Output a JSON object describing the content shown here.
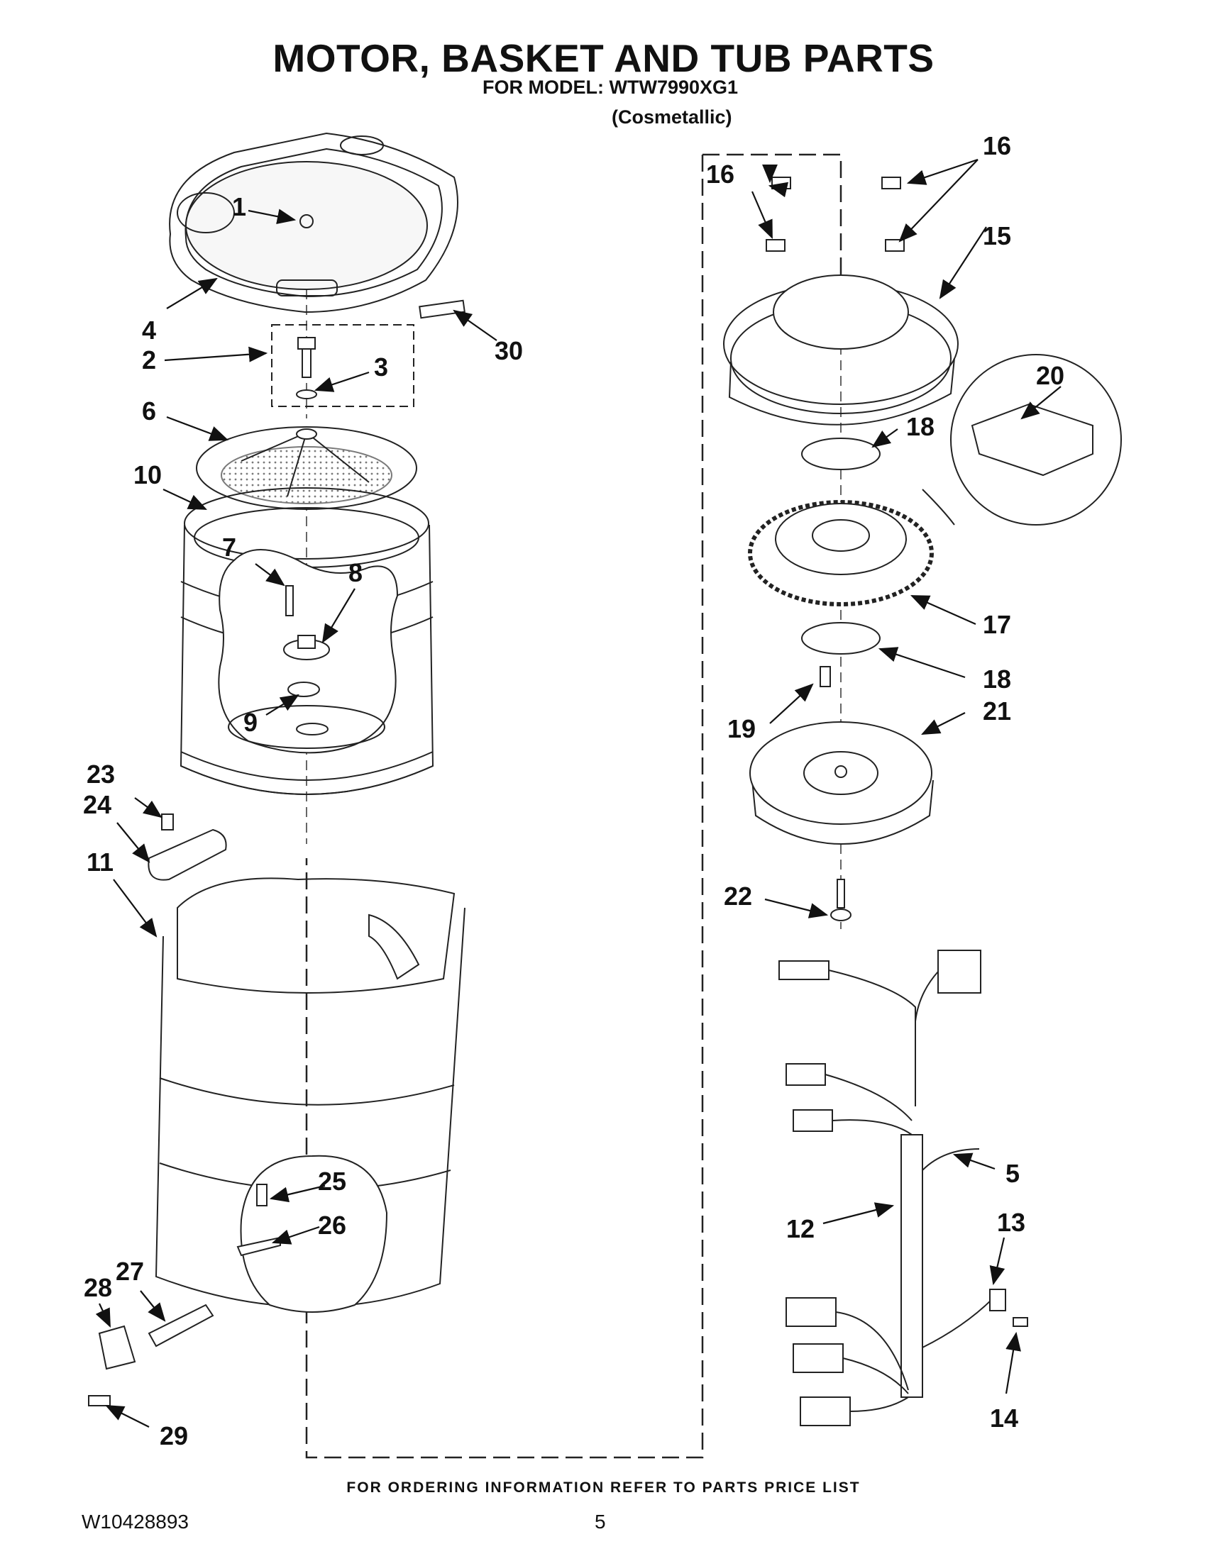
{
  "header": {
    "title": "MOTOR, BASKET AND TUB PARTS",
    "model_line": "FOR MODEL: WTW7990XG1",
    "color_line": "(Cosmetallic)"
  },
  "callouts": [
    "1",
    "2",
    "3",
    "4",
    "5",
    "6",
    "7",
    "8",
    "9",
    "10",
    "11",
    "12",
    "13",
    "14",
    "15",
    "16",
    "16",
    "17",
    "18",
    "18",
    "19",
    "20",
    "21",
    "22",
    "23",
    "24",
    "25",
    "26",
    "27",
    "28",
    "29",
    "30"
  ],
  "footer": {
    "ordering_note": "FOR ORDERING INFORMATION REFER TO PARTS PRICE LIST",
    "document_number": "W10428893",
    "page_number": "5"
  }
}
